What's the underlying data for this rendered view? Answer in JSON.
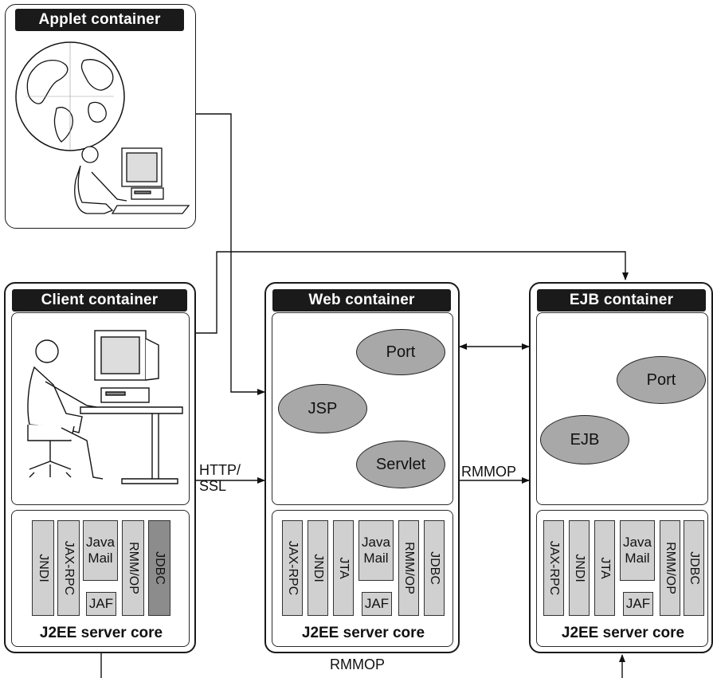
{
  "applet_container": {
    "title": "Applet container"
  },
  "client_container": {
    "title": "Client container",
    "core_label": "J2EE server core",
    "libs": [
      "JNDI",
      "JAX-RPC",
      "Java\nMail",
      "JAF",
      "RMM/OP",
      "JDBC"
    ]
  },
  "web_container": {
    "title": "Web container",
    "components": [
      "Port",
      "JSP",
      "Servlet"
    ],
    "core_label": "J2EE server core",
    "libs": [
      "JAX-RPC",
      "JNDI",
      "JTA",
      "Java\nMail",
      "JAF",
      "RMM/OP",
      "JDBC"
    ]
  },
  "ejb_container": {
    "title": "EJB container",
    "components": [
      "Port",
      "EJB"
    ],
    "core_label": "J2EE server core",
    "libs": [
      "JAX-RPC",
      "JNDI",
      "JTA",
      "Java\nMail",
      "JAF",
      "RMM/OP",
      "JDBC"
    ]
  },
  "connections": {
    "http_ssl": "HTTP/\nSSL",
    "rmmop_web_ejb": "RMMOP",
    "rmmop_bottom": "RMMOP"
  },
  "icons": [
    "globe-icon",
    "user-at-computer-icon"
  ],
  "colors": {
    "title_bar": "#1a1a1a",
    "component_fill": "#a8a8a8",
    "library_fill": "#d0d0d0",
    "library_dark_fill": "#8c8c8c"
  }
}
